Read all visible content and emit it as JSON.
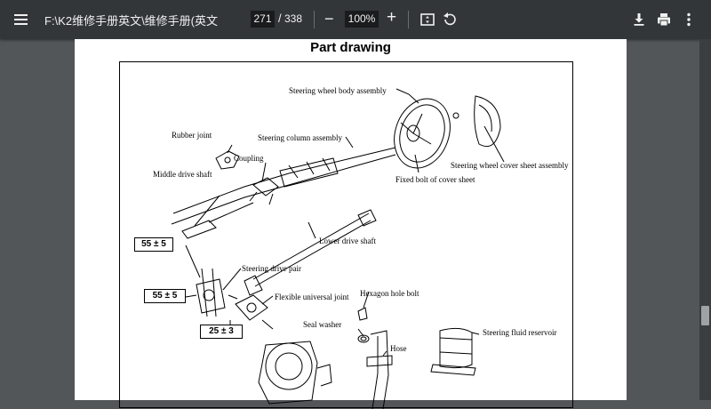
{
  "toolbar": {
    "title": "F:\\K2维修手册英文\\维修手册(英文",
    "current_page": "271",
    "page_separator": "/",
    "total_pages": "338",
    "zoom_out_label": "−",
    "zoom_level": "100%",
    "zoom_in_label": "+",
    "icons": [
      "menu-icon",
      "fit-page-icon",
      "rotate-icon",
      "download-icon",
      "print-icon",
      "more-vert-icon"
    ]
  },
  "document": {
    "heading": "Part drawing",
    "labels": {
      "steering_wheel_body": "Steering wheel body assembly",
      "rubber_joint": "Rubber joint",
      "steering_column": "Steering column assembly",
      "coupling": "Coupling",
      "middle_drive_shaft": "Middle drive shaft",
      "cover_sheet_assembly": "Steering wheel cover sheet assembly",
      "fixed_bolt": "Fixed bolt of cover sheet",
      "lower_drive_shaft": "Lower drive shaft",
      "steering_drive_pair": "Steering drive pair",
      "flexible_joint": "Flexible universal joint",
      "hexagon_bolt": "Hexagon hole bolt",
      "seal_washer": "Seal washer",
      "hose": "Hose",
      "fluid_reservoir": "Steering fluid reservoir"
    },
    "torques": [
      "55 ± 5",
      "55 ± 5",
      "25 ± 3"
    ]
  }
}
